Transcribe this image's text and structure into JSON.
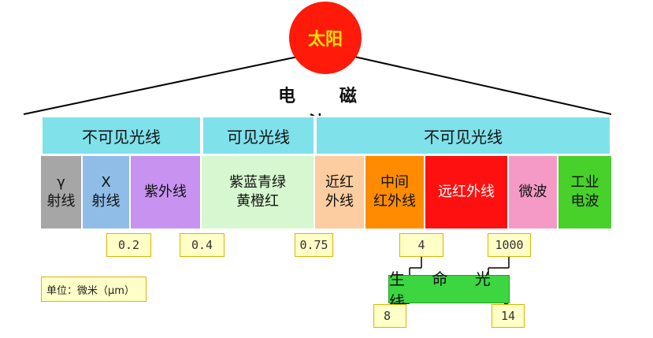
{
  "sun": {
    "label": "太阳",
    "color": "#ff1a0a",
    "text_color": "#ffe200"
  },
  "title": "电 磁 波",
  "top_row": {
    "left": "不可见光线",
    "middle": "可见光线",
    "right": "不可见光线"
  },
  "bands": [
    {
      "line1": "γ",
      "line2": "射线",
      "color": "#a6a6a6"
    },
    {
      "line1": "X",
      "line2": "射线",
      "color": "#8fbde7"
    },
    {
      "line1": "紫外线",
      "line2": "",
      "color": "#c893f0"
    },
    {
      "line1": "紫蓝青绿",
      "line2": "黄橙红",
      "color": "#d6f7cf"
    },
    {
      "line1": "近红",
      "line2": "外线",
      "color": "#fbcda0"
    },
    {
      "line1": "中间",
      "line2": "红外线",
      "color": "#ff8c00"
    },
    {
      "line1": "远红外线",
      "line2": "",
      "color": "#ff1010"
    },
    {
      "line1": "微波",
      "line2": "",
      "color": "#f59ac6"
    },
    {
      "line1": "工业",
      "line2": "电波",
      "color": "#48d02b"
    }
  ],
  "values": {
    "v1": "0.2",
    "v2": "0.4",
    "v3": "0.75",
    "v4": "4",
    "v5": "1000",
    "life_start": "8",
    "life_end": "14"
  },
  "unit_label": "单位：微米（μm）",
  "life_rays": "生 命 光 线"
}
